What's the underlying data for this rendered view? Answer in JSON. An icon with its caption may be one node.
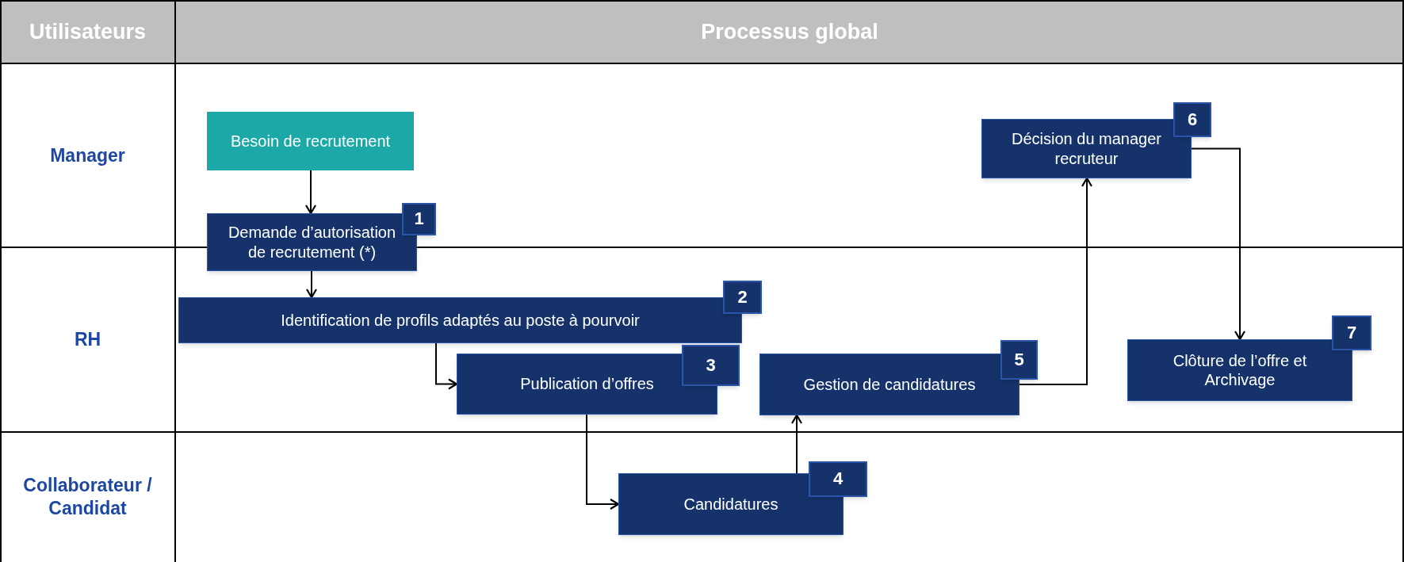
{
  "diagram": {
    "nodes": [
      {
        "text": [
          "Besoin de recrutement"
        ]
      },
      {
        "text": [
          "Demande d’autorisation de recrutement (*)"
        ]
      },
      {
        "text": [
          "1"
        ]
      },
      {
        "text": [
          "Identification de profils adaptés au poste à pourvoir"
        ]
      },
      {
        "text": [
          "2"
        ]
      },
      {
        "text": [
          "Publication d’offres"
        ]
      },
      {
        "text": [
          "3"
        ]
      },
      {
        "text": [
          "Candidatures"
        ]
      },
      {
        "text": [
          "4"
        ]
      },
      {
        "text": [
          "Gestion de candidatures"
        ]
      },
      {
        "text": [
          "5"
        ]
      },
      {
        "text": [
          "Décision du manager recruteur"
        ]
      },
      {
        "text": [
          "6"
        ]
      },
      {
        "text": [
          "Clôture de l’offre et Archivage"
        ]
      },
      {
        "text": [
          "7"
        ]
      }
    ],
    "edges": [
      {
        "from": 0,
        "to": 1,
        "arrow": "to"
      },
      {
        "from": 1,
        "to": 3,
        "arrow": "to"
      },
      {
        "from": 3,
        "to": 5,
        "arrow": "to"
      },
      {
        "from": 5,
        "to": 7,
        "arrow": "to"
      },
      {
        "from": 7,
        "to": 9,
        "arrow": "to"
      },
      {
        "from": 9,
        "to": 11,
        "arrow": "to"
      },
      {
        "from": 11,
        "to": 13,
        "arrow": "to"
      }
    ],
    "labels": [
      "Utilisateurs",
      "Processus global",
      "Manager",
      "RH",
      "Collaborateur / Candidat"
    ]
  }
}
